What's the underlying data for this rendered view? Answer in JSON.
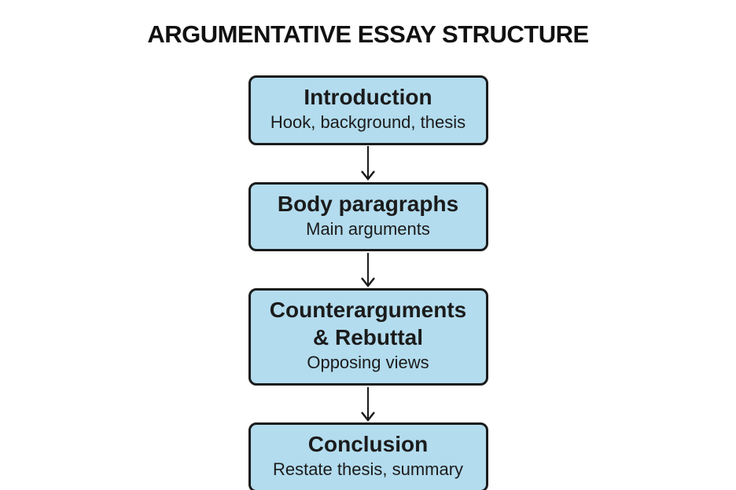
{
  "title": "ARGUMENTATIVE ESSAY STRUCTURE",
  "colors": {
    "background": "#ffffff",
    "box_fill": "#b3dcee",
    "box_border": "#1b1b1b",
    "text": "#1b1b1b",
    "arrow": "#1b1b1b"
  },
  "steps": [
    {
      "heading": "Introduction",
      "subtext": "Hook, background, thesis"
    },
    {
      "heading": "Body paragraphs",
      "subtext": "Main arguments"
    },
    {
      "heading": "Counterarguments & Rebuttal",
      "subtext": "Opposing views"
    },
    {
      "heading": "Conclusion",
      "subtext": "Restate thesis, summary"
    }
  ],
  "icons": {
    "arrow_down": "arrow-down-icon"
  }
}
